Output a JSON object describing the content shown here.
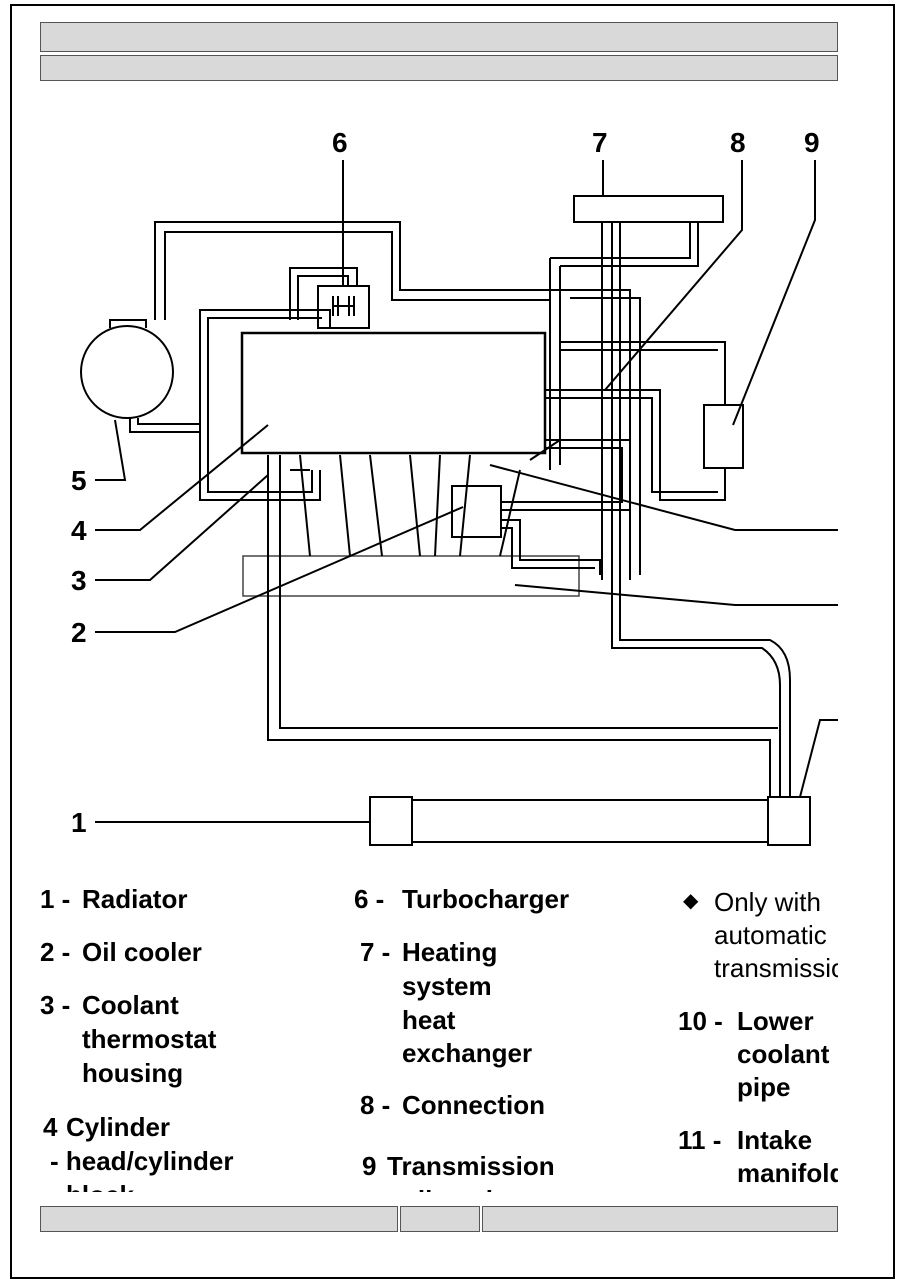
{
  "callouts": [
    "1",
    "2",
    "3",
    "4",
    "5",
    "6",
    "7",
    "8",
    "9"
  ],
  "legend": {
    "item1": {
      "num": "1 -",
      "name": "Radiator"
    },
    "item2": {
      "num": "2 -",
      "name": "Oil cooler"
    },
    "item3": {
      "num": "3 -",
      "line1": "Coolant",
      "line2": "thermostat",
      "line3": "housing"
    },
    "item4": {
      "num": "4",
      "line1": "Cylinder",
      "line2": "- head/cylinder",
      "line3": "block"
    },
    "item6": {
      "num": "6 -",
      "name": "Turbocharger"
    },
    "item7": {
      "num": "7 -",
      "line1": "Heating",
      "line2": "system",
      "line3": "heat",
      "line4": "exchanger"
    },
    "item8": {
      "num": "8 -",
      "name": "Connection"
    },
    "item9": {
      "num": "9",
      "line1": "Transmission",
      "line2": "oil cooler"
    },
    "note": {
      "line1": "Only with",
      "line2": "automatic",
      "line3": "transmission"
    },
    "item10": {
      "num": "10 -",
      "line1": "Lower",
      "line2": "coolant",
      "line3": "pipe"
    },
    "item11": {
      "num": "11 -",
      "line1": "Intake",
      "line2": "manifold"
    }
  },
  "icons": {
    "note_marker": "diamond-bullet-icon"
  }
}
